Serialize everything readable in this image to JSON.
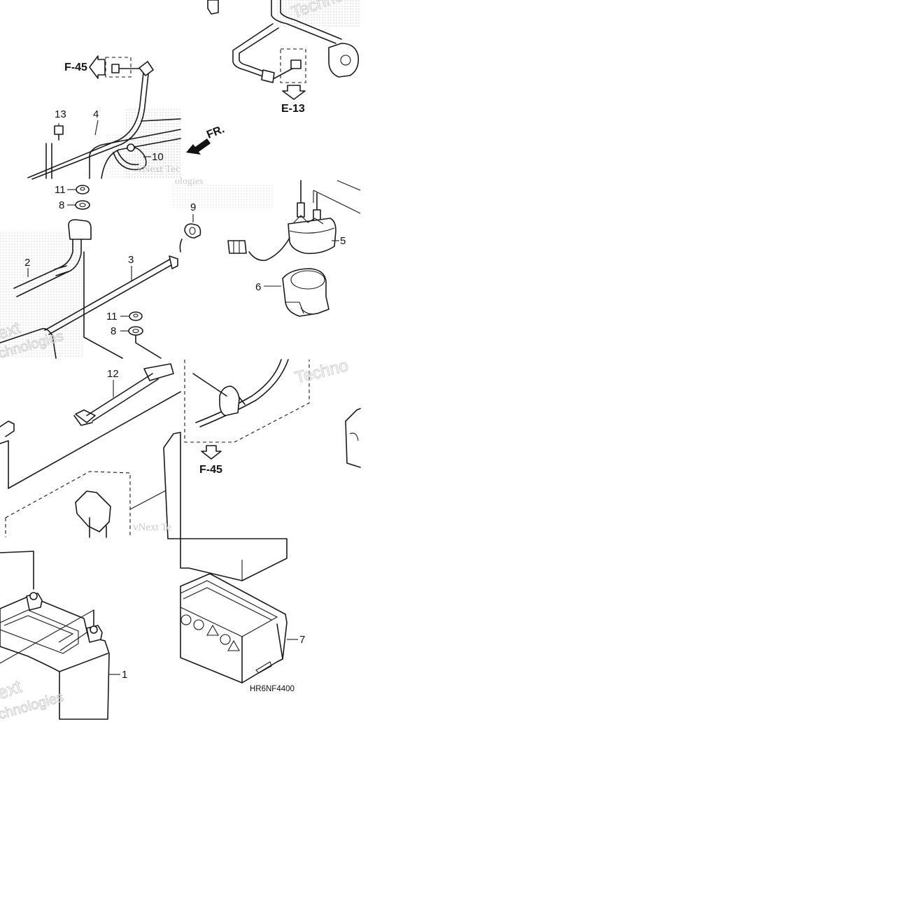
{
  "diagram": {
    "code": "HR6NF4400",
    "front_label": "FR.",
    "refs": [
      "F-45",
      "E-13",
      "F-45"
    ],
    "callouts": [
      "1",
      "2",
      "3",
      "4",
      "5",
      "6",
      "7",
      "8",
      "8",
      "9",
      "10",
      "11",
      "11",
      "12",
      "13"
    ],
    "watermarks": [
      "Technologies",
      "vNext Tec",
      "ext",
      "chnologies",
      "Techno",
      "vNext Te",
      "ologies",
      "ext",
      "chnologies"
    ]
  }
}
